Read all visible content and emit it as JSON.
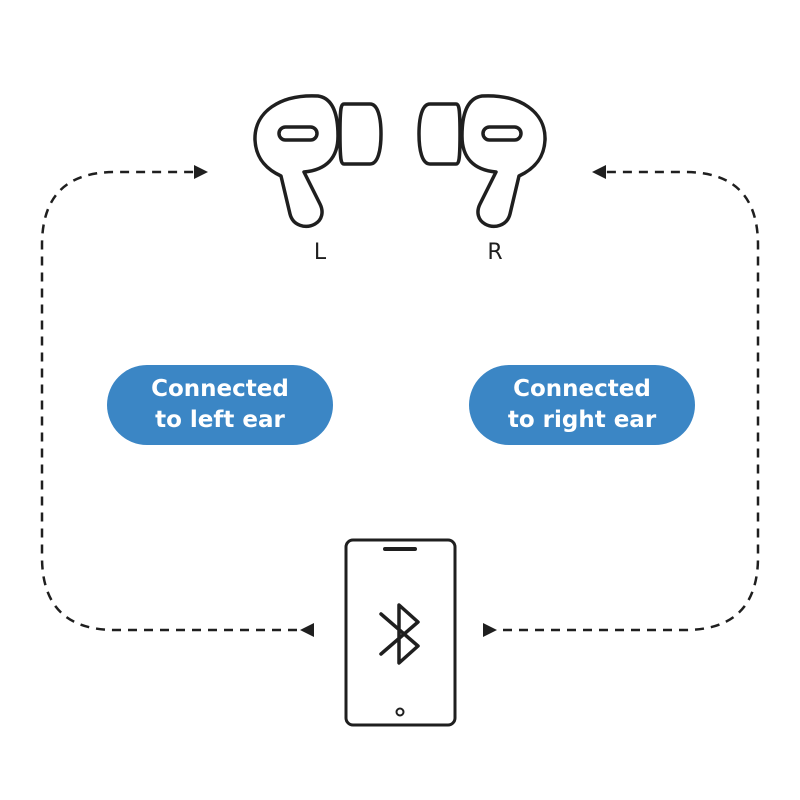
{
  "earbuds": {
    "left_label": "L",
    "right_label": "R"
  },
  "connections": {
    "left_text_line1": "Connected",
    "left_text_line2": "to left ear",
    "right_text_line1": "Connected",
    "right_text_line2": "to right ear"
  },
  "icons": {
    "phone": "smartphone-icon",
    "bluetooth": "bluetooth-icon",
    "left_earbud": "left-earbud-icon",
    "right_earbud": "right-earbud-icon"
  },
  "colors": {
    "pill_background": "#3b86c5",
    "pill_text": "#ffffff",
    "line_art": "#1f1f1f"
  }
}
